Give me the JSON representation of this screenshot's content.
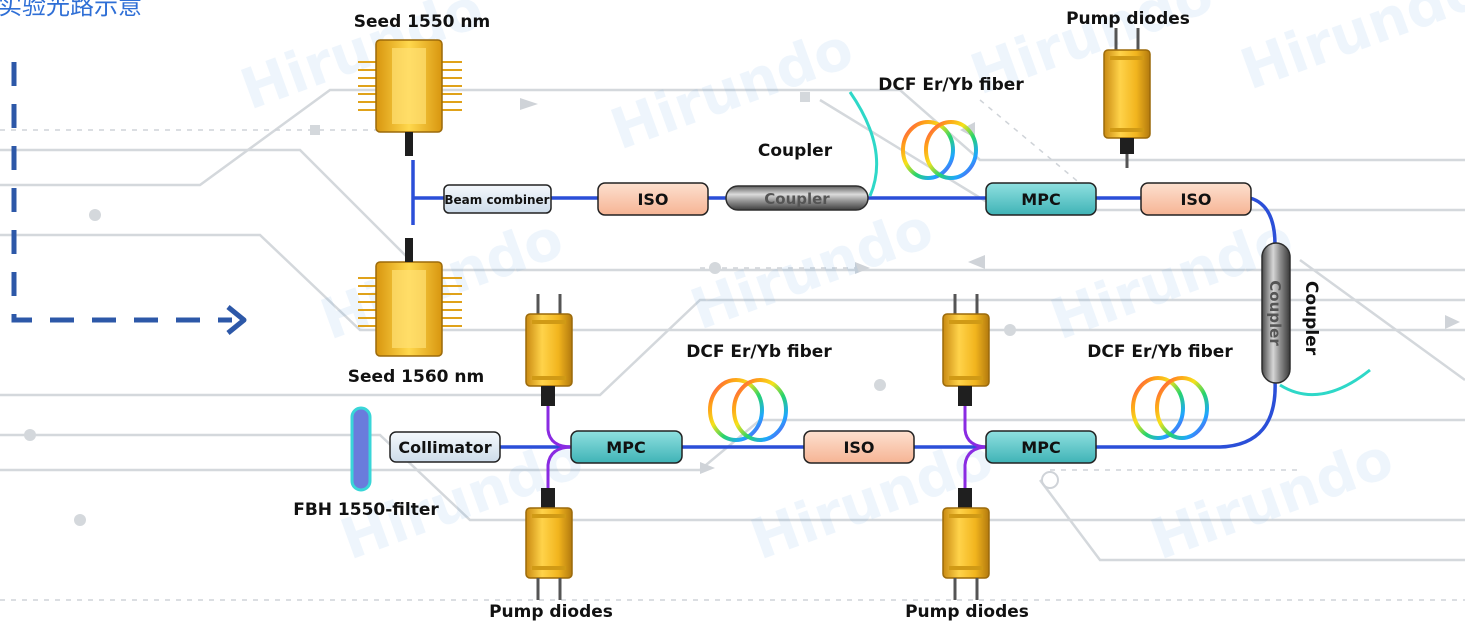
{
  "header_text": "实验光路示意",
  "watermark": "Hirundo",
  "labels": {
    "seed1": "Seed 1550 nm",
    "seed2": "Seed 1560 nm",
    "pump_top": "Pump diodes",
    "pump_bottom_left": "Pump diodes",
    "pump_bottom_right": "Pump diodes",
    "dcf_top": "DCF Er/Yb fiber",
    "dcf_mid": "DCF Er/Yb fiber",
    "dcf_right": "DCF Er/Yb fiber",
    "coupler_top": "Coupler",
    "coupler_right": "Coupler",
    "filter": "FBH 1550-filter"
  },
  "components": {
    "beam_combiner": "Beam combiner",
    "iso1": "ISO",
    "coupler_inline": "Coupler",
    "mpc_top": "MPC",
    "iso_top_right": "ISO",
    "collimator": "Collimator",
    "mpc_bottom_left": "MPC",
    "iso_bottom": "ISO",
    "mpc_bottom_right": "MPC"
  },
  "colors": {
    "fiber": "#2b4fd8",
    "pump_fiber": "#8a2be2",
    "iso_fill": "#f9c7ad",
    "mpc_fill": "#5cc6c8",
    "pump_body": "#f0b820",
    "arrow": "#2d58a8",
    "tail": "#2ed8c8"
  }
}
